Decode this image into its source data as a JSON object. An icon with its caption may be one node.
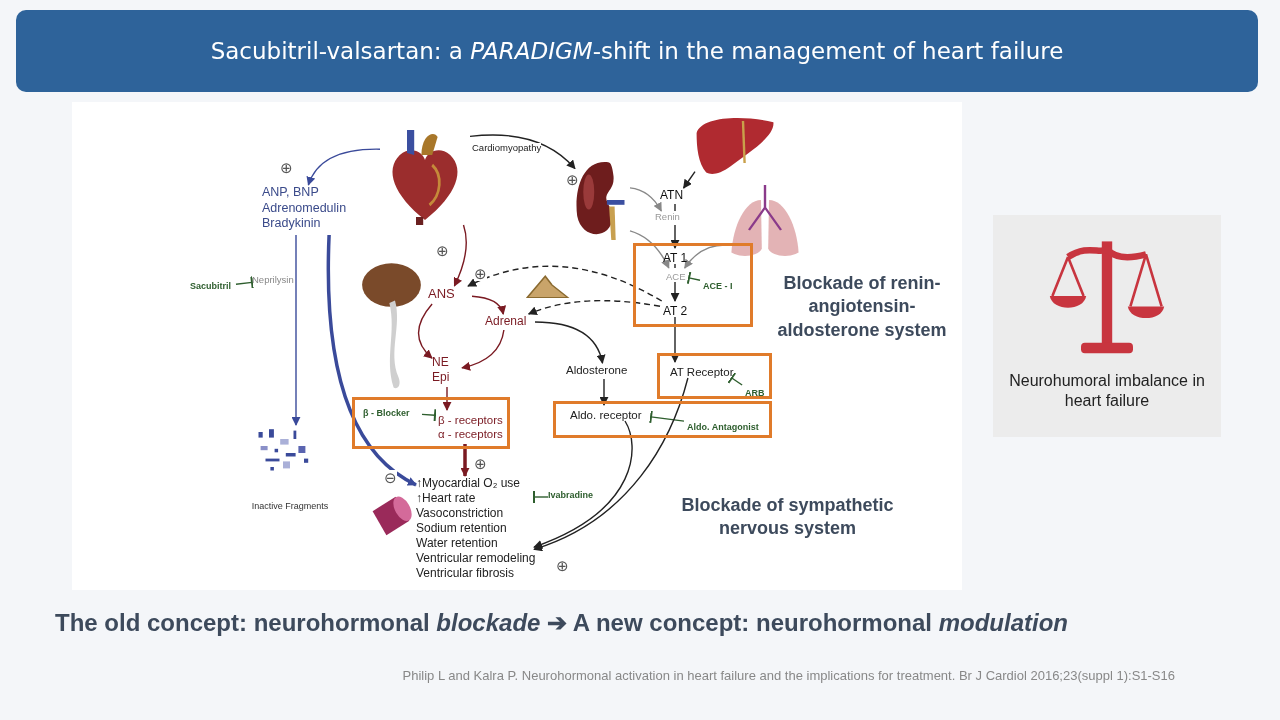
{
  "diagram": {
    "title": "Sacubitril-valsartan: a *PARADIGM*-shift in the management of heart failure",
    "caption": "Philip L and Kalra P. Neurohormonal activation in  heart failure and the implications for treatment. Br J Cardiol 2016;23(suppl 1):S1-S16",
    "nodes": [
      {
        "text": [],
        "shape": "picture"
      },
      {
        "text": [
          "ANP, BNP Adrenomedulin Bradykinin"
        ]
      },
      {
        "text": [
          "Sacubitril"
        ]
      },
      {
        "text": [
          "Neprilysin"
        ]
      },
      {
        "text": [
          "Inactive Fragments"
        ]
      },
      {
        "text": [],
        "shape": "picture"
      },
      {
        "text": [],
        "shape": "picture"
      },
      {
        "text": [
          "ATN"
        ]
      },
      {
        "text": [
          "Renin"
        ]
      },
      {
        "text": [],
        "shape": "picture"
      },
      {
        "text": [],
        "shape": "box"
      },
      {
        "text": [
          "AT 1"
        ],
        "in": 10
      },
      {
        "text": [
          "ACE"
        ],
        "in": 10
      },
      {
        "text": [
          "ACE - I"
        ],
        "in": 10
      },
      {
        "text": [
          "AT 2"
        ],
        "in": 10
      },
      {
        "text": [],
        "shape": "picture"
      },
      {
        "text": [
          "ANS"
        ]
      },
      {
        "text": [],
        "shape": "picture"
      },
      {
        "text": [
          "Adrenal"
        ]
      },
      {
        "text": [
          "NE Epi"
        ]
      },
      {
        "text": [
          "Aldosterone"
        ]
      },
      {
        "text": [],
        "shape": "box"
      },
      {
        "text": [
          "AT Receptor"
        ],
        "in": 21
      },
      {
        "text": [
          "ARB"
        ],
        "in": 21
      },
      {
        "text": [],
        "shape": "box"
      },
      {
        "text": [
          "Aldo. receptor"
        ],
        "in": 24
      },
      {
        "text": [
          "Aldo. Antagonist"
        ],
        "in": 24
      },
      {
        "text": [],
        "shape": "box"
      },
      {
        "text": [
          "β - Blocker"
        ],
        "in": 27
      },
      {
        "text": [
          "β - receptors",
          "α - receptors"
        ],
        "in": 27
      },
      {
        "text": [
          "Ivabradine"
        ]
      },
      {
        "text": [],
        "shape": "picture"
      },
      {
        "text": [
          "↑Myocardial O₂ use",
          "↑Heart rate",
          "Vasoconstriction",
          "Sodium retention",
          "Water retention",
          "Ventricular remodeling",
          "Ventricular fibrosis"
        ]
      },
      {
        "text": [
          "Neurohumoral imbalance in heart failure"
        ]
      }
    ],
    "edges": [
      {
        "from": 0,
        "to": 1,
        "arrow": "to",
        "label": "⊕",
        "color": "#3a4a9a"
      },
      {
        "from": 0,
        "to": 5,
        "arrow": "to",
        "label": "Cardiomyopathy"
      },
      {
        "from": 0,
        "to": 16,
        "arrow": "to",
        "label": "⊕",
        "color": "#7a1a22"
      },
      {
        "from": 1,
        "to": 4,
        "arrow": "to",
        "color": "#3a4a9a"
      },
      {
        "from": 1,
        "to": 32,
        "arrow": "to",
        "label": "⊖",
        "style": "thick",
        "color": "#3a4a9a"
      },
      {
        "from": 2,
        "to": 3,
        "arrow": "other",
        "color": "#2e5e2e"
      },
      {
        "from": 6,
        "to": 7,
        "arrow": "to"
      },
      {
        "from": 7,
        "to": 8,
        "arrow": "none"
      },
      {
        "from": 8,
        "to": 11,
        "arrow": "to"
      },
      {
        "from": 5,
        "to": 8,
        "arrow": "to",
        "color": "#888888"
      },
      {
        "from": 5,
        "to": 12,
        "arrow": "to",
        "color": "#888888"
      },
      {
        "from": 9,
        "to": 12,
        "arrow": "to",
        "color": "#888888"
      },
      {
        "from": 11,
        "to": 12,
        "arrow": "none"
      },
      {
        "from": 12,
        "to": 14,
        "arrow": "to"
      },
      {
        "from": 13,
        "to": 12,
        "arrow": "other",
        "color": "#2e5e2e"
      },
      {
        "from": 14,
        "to": 16,
        "arrow": "to",
        "label": "⊕",
        "style": "dashed"
      },
      {
        "from": 14,
        "to": 18,
        "arrow": "to",
        "style": "dashed"
      },
      {
        "from": 14,
        "to": 22,
        "arrow": "to"
      },
      {
        "from": 16,
        "to": 18,
        "arrow": "to",
        "color": "#7a1a22"
      },
      {
        "from": 16,
        "to": 19,
        "arrow": "to",
        "color": "#7a1a22"
      },
      {
        "from": 18,
        "to": 19,
        "arrow": "to",
        "color": "#7a1a22"
      },
      {
        "from": 18,
        "to": 20,
        "arrow": "to"
      },
      {
        "from": 20,
        "to": 25,
        "arrow": "to"
      },
      {
        "from": 23,
        "to": 22,
        "arrow": "other",
        "color": "#2e5e2e"
      },
      {
        "from": 26,
        "to": 25,
        "arrow": "other",
        "color": "#2e5e2e"
      },
      {
        "from": 19,
        "to": 29,
        "arrow": "to",
        "color": "#7a1a22"
      },
      {
        "from": 28,
        "to": 29,
        "arrow": "other",
        "color": "#2e5e2e"
      },
      {
        "from": 29,
        "to": 32,
        "arrow": "to",
        "label": "⊕",
        "style": "thick",
        "color": "#7a1a22"
      },
      {
        "from": 30,
        "to": 32,
        "arrow": "other",
        "color": "#2e5e2e"
      },
      {
        "from": 25,
        "to": 32,
        "arrow": "to"
      },
      {
        "from": 22,
        "to": 32,
        "arrow": "to",
        "label": "⊕"
      }
    ],
    "labels": [
      "⊕",
      "Blockade of renin-angiotensin-aldosterone system",
      "Blockade of sympathetic nervous system",
      "The old concept: neurohormonal *blockade* ➔ A new concept: neurohormonal *modulation*"
    ]
  }
}
